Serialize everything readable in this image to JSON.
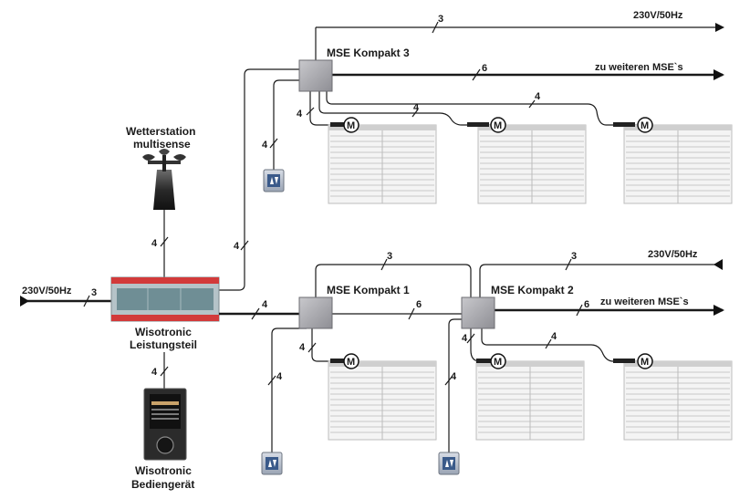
{
  "labels": {
    "power_left": "230V/50Hz",
    "power_top": "230V/50Hz",
    "power_mid": "230V/50Hz",
    "mse3": "MSE Kompakt 3",
    "mse1": "MSE Kompakt 1",
    "mse2": "MSE Kompakt 2",
    "further_top": "zu weiteren MSE`s",
    "further_mid": "zu weiteren MSE`s",
    "weather_line1": "Wetterstation",
    "weather_line2": "multisense",
    "wiso_power_line1": "Wisotronic",
    "wiso_power_line2": "Leistungsteil",
    "wiso_ctrl_line1": "Wisotronic",
    "wiso_ctrl_line2": "Bediengerät",
    "motor": "M"
  },
  "cable_counts": {
    "left_power": "3",
    "top_power": "3",
    "top_further": "6",
    "mse3_motor1": "4",
    "mse3_motor2": "4",
    "mse3_motor3": "4",
    "mse3_switch": "4",
    "wiso_to_mse3": "4",
    "weather": "4",
    "ctrl": "4",
    "wiso_to_mse1": "4",
    "mid_loop": "3",
    "mid_power": "3",
    "mse1_to_mse2": "6",
    "mid_further": "6",
    "mse1_motor": "4",
    "mse1_switch": "4",
    "mse2_motor_a": "4",
    "mse2_motor_b": "4",
    "mse2_switch": "4"
  }
}
